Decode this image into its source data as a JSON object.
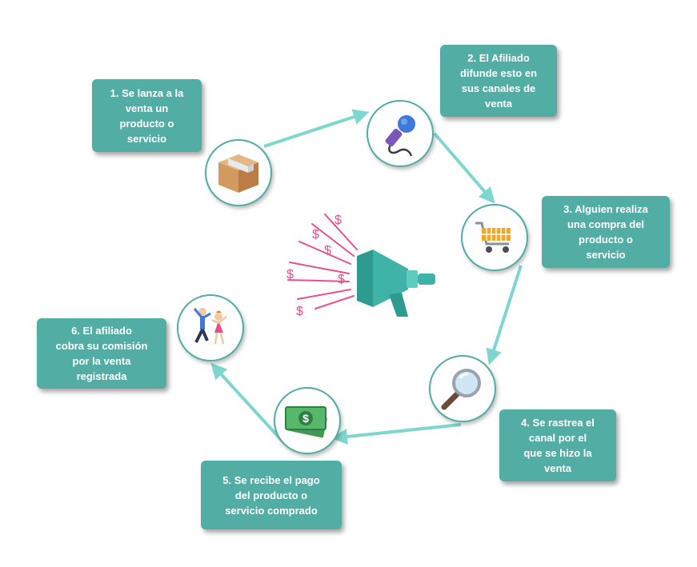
{
  "steps": [
    {
      "number": "1.",
      "lines": [
        "1. Se lanza a la",
        "venta un",
        "producto o",
        "servicio"
      ],
      "icon": "box-icon"
    },
    {
      "number": "2.",
      "lines": [
        "2.  El Afiliado",
        "difunde esto en",
        "sus canales de",
        "venta"
      ],
      "icon": "microphone-icon"
    },
    {
      "number": "3.",
      "lines": [
        "3. Alguien realiza",
        "una compra del",
        "producto o",
        "servicio"
      ],
      "icon": "shopping-cart-icon"
    },
    {
      "number": "4.",
      "lines": [
        "4. Se rastrea el",
        "canal por el",
        "que se hizo la",
        "venta"
      ],
      "icon": "magnifier-icon"
    },
    {
      "number": "5.",
      "lines": [
        "5. Se recibe el pago",
        "del producto o",
        "servicio comprado"
      ],
      "icon": "money-icon"
    },
    {
      "number": "6.",
      "lines": [
        "6. El afiliado",
        "cobra su comisión",
        "por la venta",
        "registrada"
      ],
      "icon": "celebrating-people-icon"
    }
  ],
  "center": {
    "icon": "megaphone-icon",
    "symbol": "$"
  },
  "colors": {
    "box": "#52ada5",
    "arrow": "#7fd6cf",
    "megaphone": "#3fb3a8",
    "rays": "#ec4f8c"
  }
}
